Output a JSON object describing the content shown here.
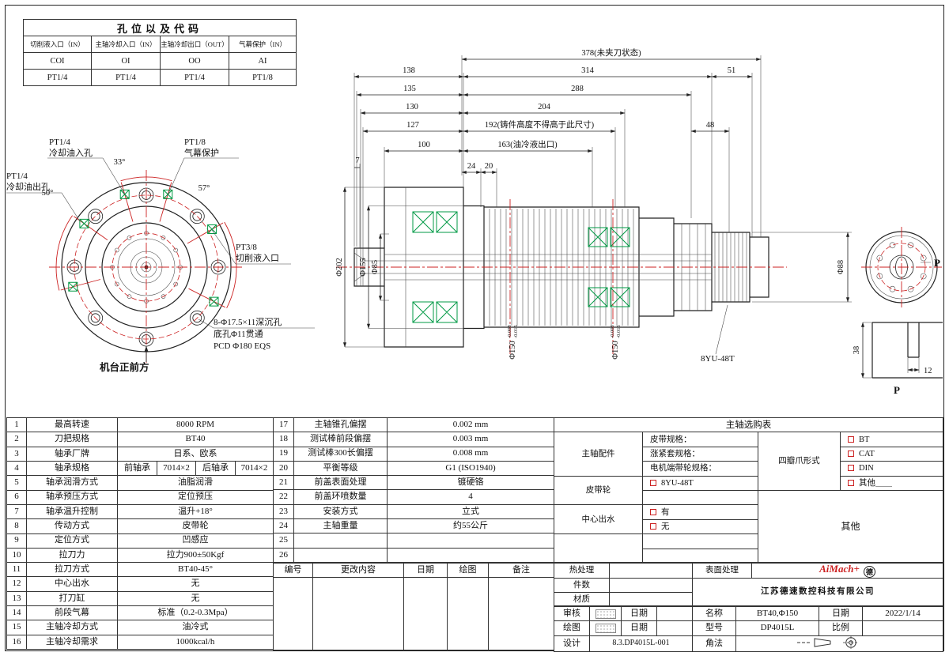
{
  "hole": {
    "title": "孔位以及代码",
    "headers": [
      "切削液入口（IN）",
      "主轴冷却入口（IN）",
      "主轴冷却出口（OUT）",
      "气幕保护（IN）"
    ],
    "codes": [
      "COI",
      "OI",
      "OO",
      "AI"
    ],
    "threads": [
      "PT1/4",
      "PT1/4",
      "PT1/4",
      "PT1/8"
    ]
  },
  "fv": {
    "in1": "PT1/4",
    "in2": "冷却油入孔",
    "air1": "PT1/8",
    "air2": "气幕保护",
    "out1": "PT1/4",
    "out2": "冷却油出孔",
    "cut1": "PT3/8",
    "cut2": "切削液入口",
    "a33": "33°",
    "a57": "57°",
    "a50": "50°",
    "bn1": "8-Φ17.5×11深沉孔",
    "bn2": "底孔Φ11贯通",
    "bn3": "PCD Φ180 EQS",
    "front": "机台正前方"
  },
  "sec": {
    "d378": "378(未夹刀状态)",
    "d314": "314",
    "d288": "288",
    "d204": "204",
    "d192": "192(铸件高度不得高于此尺寸)",
    "d163": "163(油冷液出口)",
    "d138": "138",
    "d135": "135",
    "d130": "130",
    "d127": "127",
    "d100": "100",
    "d51": "51",
    "d48": "48",
    "d24": "24",
    "d20": "20",
    "d7": "7",
    "dia202": "Φ202",
    "dia155": "Φ155",
    "dia85": "Φ85",
    "dia88": "Φ88",
    "d150_main": "Φ150",
    "d150_tu": "-0.008",
    "d150_td": "-0.015",
    "pulley": "8YU-48T",
    "p_mark": "P",
    "p_detail": "P",
    "d38": "38",
    "d12": "12"
  },
  "specL": {
    "rows": [
      {
        "no": "1",
        "name": "最高转速",
        "value": "8000 RPM"
      },
      {
        "no": "2",
        "name": "刀把规格",
        "value": "BT40"
      },
      {
        "no": "3",
        "name": "轴承厂牌",
        "value": "日系、欧系"
      },
      {
        "no": "4",
        "name": "轴承规格",
        "front_label": "前轴承",
        "front_value": "7014×2",
        "rear_label": "后轴承",
        "rear_value": "7014×2"
      },
      {
        "no": "5",
        "name": "轴承润滑方式",
        "value": "油脂润滑"
      },
      {
        "no": "6",
        "name": "轴承预压方式",
        "value": "定位预压"
      },
      {
        "no": "7",
        "name": "轴承温升控制",
        "value": "温升+18°"
      },
      {
        "no": "8",
        "name": "传动方式",
        "value": "皮带轮"
      },
      {
        "no": "9",
        "name": "定位方式",
        "value": "凹感应"
      },
      {
        "no": "10",
        "name": "拉刀力",
        "value": "拉力900±50Kgf"
      },
      {
        "no": "11",
        "name": "拉刀方式",
        "value": "BT40-45°"
      },
      {
        "no": "12",
        "name": "中心出水",
        "value": "无"
      },
      {
        "no": "13",
        "name": "打刀缸",
        "value": "无"
      },
      {
        "no": "14",
        "name": "前段气幕",
        "value": "标准（0.2-0.3Mpa）"
      },
      {
        "no": "15",
        "name": "主轴冷却方式",
        "value": "油冷式"
      },
      {
        "no": "16",
        "name": "主轴冷却需求",
        "value": "1000kcal/h"
      }
    ]
  },
  "specM": {
    "rows": [
      {
        "no": "17",
        "name": "主轴锥孔偏摆",
        "value": "0.002 mm"
      },
      {
        "no": "18",
        "name": "测试棒前段偏摆",
        "value": "0.003 mm"
      },
      {
        "no": "19",
        "name": "测试棒300长偏摆",
        "value": "0.008 mm"
      },
      {
        "no": "20",
        "name": "平衡等级",
        "value": "G1 (ISO1940)"
      },
      {
        "no": "21",
        "name": "前盖表面处理",
        "value": "镀硬铬"
      },
      {
        "no": "22",
        "name": "前盖环喷数量",
        "value": "4"
      },
      {
        "no": "23",
        "name": "安装方式",
        "value": "立式"
      },
      {
        "no": "24",
        "name": "主轴重量",
        "value": "约55公斤"
      },
      {
        "no": "25",
        "name": "",
        "value": ""
      },
      {
        "no": "26",
        "name": "",
        "value": ""
      }
    ]
  },
  "sel": {
    "title": "主轴选购表",
    "accessories": "主轴配件",
    "belt_spec": "皮带规格：",
    "sleeve_spec": "涨紧套规格：",
    "motor_spec": "电机端带轮规格：",
    "claw": "四瓣爪形式",
    "bt": "BT",
    "cat": "CAT",
    "din": "DIN",
    "other_opt": "其他＿＿",
    "pulley_label": "皮带轮",
    "pulley_opt": "8YU-48T",
    "coolant_label": "中心出水",
    "yes": "有",
    "no": "无",
    "other": "其他"
  },
  "rev": {
    "headers": [
      "编号",
      "更改内容",
      "日期",
      "绘图",
      "备注"
    ]
  },
  "proc": {
    "heat": "热处理",
    "surface": "表面处理",
    "qty": "件数",
    "material": "材质"
  },
  "tb": {
    "company": "江苏德速数控科技有限公司",
    "logo_text": "AiMach+",
    "logo_seal": "德",
    "review": "审核",
    "draw": "绘图",
    "design": "设计",
    "date_label": "日期",
    "name_label": "名称",
    "name_value": "BT40,Φ150",
    "model_label": "型号",
    "model_value": "DP4015L",
    "scale_label": "比例",
    "scale_value": "",
    "date_value": "2022/1/14",
    "drawing_no": "8.3.DP4015L-001",
    "projection_label": "角法"
  }
}
